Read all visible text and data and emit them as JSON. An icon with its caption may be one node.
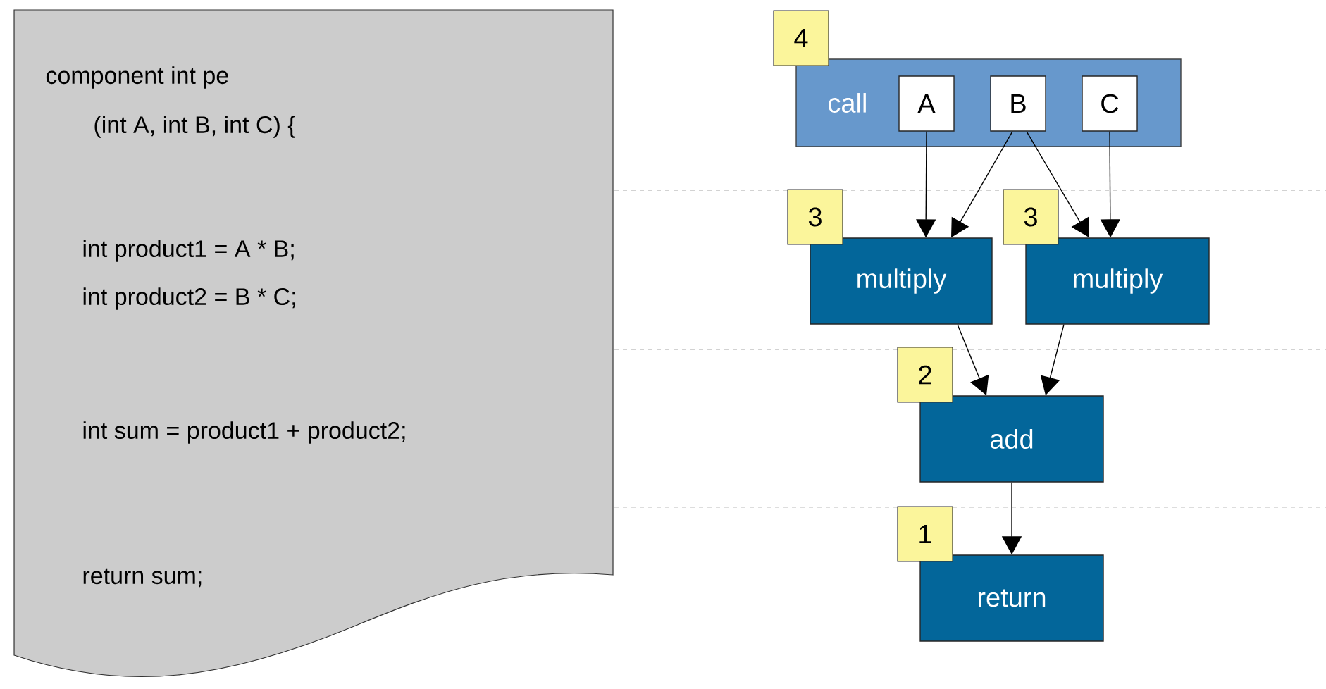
{
  "diagram": {
    "nodes": [
      {
        "text": [
          "component int pe",
          "(int A, int B,  int C) {",
          "int product1 = A * B;",
          "int product2 = B * C;",
          "int sum = product1 + product2;",
          "return sum;"
        ]
      },
      {
        "text": [
          "call"
        ],
        "beside": [
          "4"
        ]
      },
      {
        "text": [
          "A"
        ],
        "in": 1
      },
      {
        "text": [
          "B"
        ],
        "in": 1
      },
      {
        "text": [
          "C"
        ],
        "in": 1
      },
      {
        "text": [
          "multiply"
        ],
        "beside": [
          "3"
        ]
      },
      {
        "text": [
          "multiply"
        ],
        "beside": [
          "3"
        ]
      },
      {
        "text": [
          "add"
        ],
        "beside": [
          "2"
        ]
      },
      {
        "text": [
          "return"
        ],
        "beside": [
          "1"
        ]
      }
    ],
    "edges": [
      {
        "from": 2,
        "to": 5,
        "arrow": "to"
      },
      {
        "from": 3,
        "to": 5,
        "arrow": "to"
      },
      {
        "from": 3,
        "to": 6,
        "arrow": "to"
      },
      {
        "from": 4,
        "to": 6,
        "arrow": "to"
      },
      {
        "from": 5,
        "to": 7,
        "arrow": "to"
      },
      {
        "from": 6,
        "to": 7,
        "arrow": "to"
      },
      {
        "from": 7,
        "to": 8,
        "arrow": "to"
      }
    ]
  }
}
